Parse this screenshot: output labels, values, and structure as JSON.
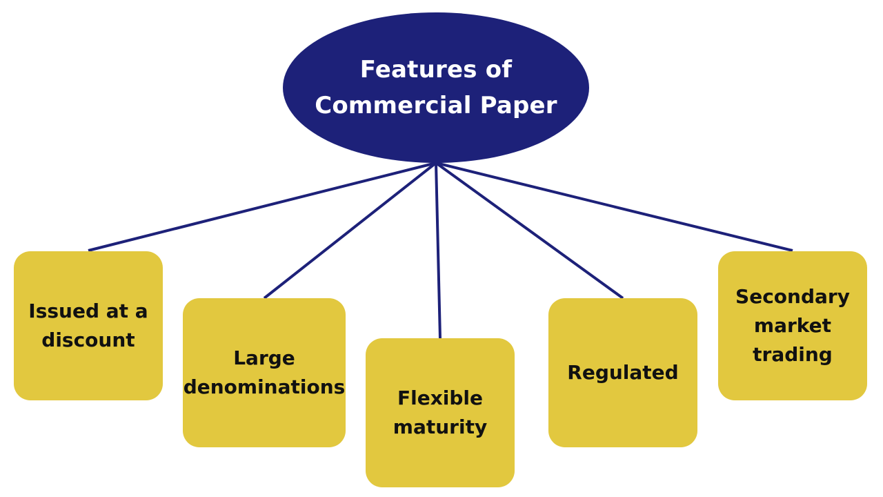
{
  "root": {
    "title": "Features of\nCommercial Paper"
  },
  "features": [
    {
      "label": "Issued at a\ndiscount"
    },
    {
      "label": "Large\ndenominations"
    },
    {
      "label": "Flexible\nmaturity"
    },
    {
      "label": "Regulated"
    },
    {
      "label": "Secondary\nmarket\ntrading"
    }
  ],
  "colors": {
    "root_fill": "#1d2179",
    "box_fill": "#e2c83f",
    "connector": "#1d2179"
  }
}
